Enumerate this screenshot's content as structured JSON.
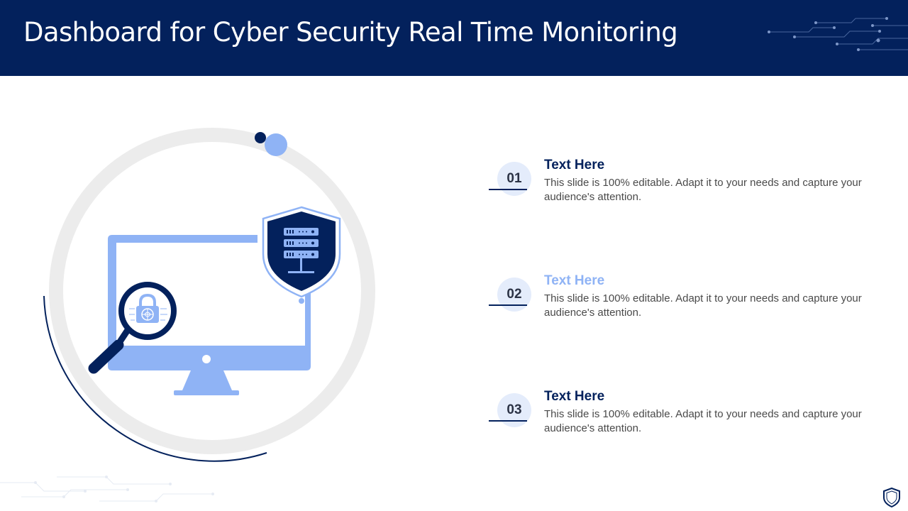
{
  "slide": {
    "title": "Dashboard for Cyber Security Real Time Monitoring"
  },
  "items": [
    {
      "number": "01",
      "title": "Text Here",
      "description": "This slide is 100% editable. Adapt it to your needs and capture your audience's attention.",
      "title_color": "#03215c"
    },
    {
      "number": "02",
      "title": "Text Here",
      "description": "This slide is 100% editable. Adapt it to your needs and capture your audience's attention.",
      "title_color": "#8fb3f5"
    },
    {
      "number": "03",
      "title": "Text Here",
      "description": "This slide is 100% editable. Adapt it to your needs and capture your audience's attention.",
      "title_color": "#03215c"
    }
  ],
  "icons": {
    "illustration": "computer-security-monitoring-illustration",
    "shield": "shield-server-icon",
    "magnifier": "magnifier-lock-icon",
    "corner": "shield-outline-icon"
  },
  "colors": {
    "primary": "#03215c",
    "accent": "#8fb3f5",
    "badge_bg": "#e4ecfb",
    "ring": "#ececec"
  }
}
